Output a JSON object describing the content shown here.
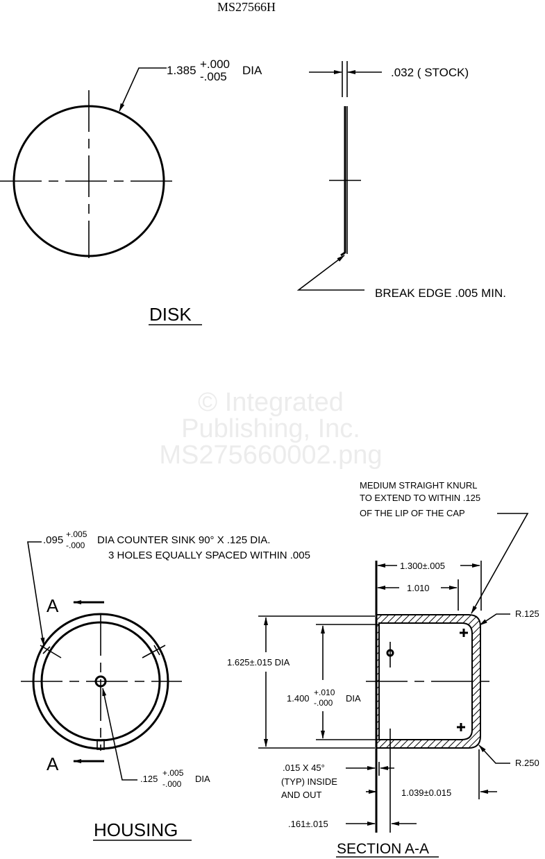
{
  "title": "MS27566H",
  "watermark": [
    "© Integrated",
    "Publishing, Inc.",
    "MS275660002.png"
  ],
  "disk": {
    "heading": "DISK",
    "diameter": {
      "value": "1.385",
      "tol_plus": "+.000",
      "tol_minus": "-.005",
      "suffix": "DIA"
    },
    "stock": ".032 ( STOCK)",
    "break_edge": "BREAK EDGE .005 MIN."
  },
  "housing": {
    "heading": "HOUSING",
    "counter_sink": {
      "value": ".095",
      "tol_plus": "+.005",
      "tol_minus": "-.000",
      "suffix": "DIA COUNTER SINK 90° X .125 DIA.",
      "line2": "3 HOLES EQUALLY SPACED WITHIN .005"
    },
    "center_hole": {
      "value": ".125",
      "tol_plus": "+.005",
      "tol_minus": "-.000",
      "suffix": "DIA"
    },
    "section_label_top": "A",
    "section_label_bottom": "A"
  },
  "section": {
    "heading": "SECTION A-A",
    "knurl_note": [
      "MEDIUM STRAIGHT KNURL",
      "TO EXTEND TO WITHIN .125",
      "OF THE LIP OF THE CAP"
    ],
    "length_overall": "1.300±.005",
    "length_knurl": "1.010",
    "outer_dia": "1.625±.015 DIA",
    "inner_dia": {
      "value": "1.400",
      "tol_plus": "+.010",
      "tol_minus": "-.000",
      "suffix": "DIA"
    },
    "radius_top": "R.125",
    "radius_bottom": "R.250",
    "chamfer": [
      ".015 X 45°",
      "(TYP) INSIDE",
      "AND OUT"
    ],
    "depth": "1.039±0.015",
    "hole_offset": ".161±.015"
  }
}
